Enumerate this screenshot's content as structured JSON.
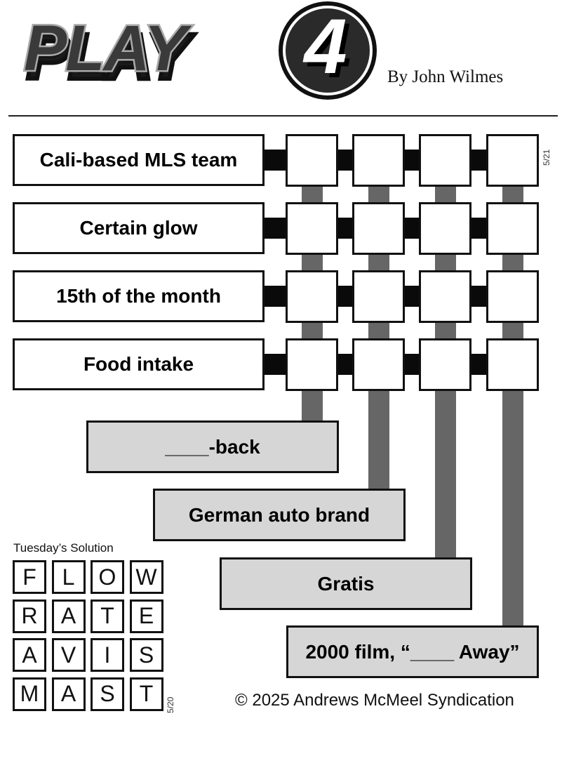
{
  "header": {
    "logo_text": "PLAY",
    "logo_number": "4",
    "byline": "By John Wilmes"
  },
  "puzzle": {
    "date": "5/21",
    "across_clues": [
      "Cali-based MLS team",
      "Certain glow",
      "15th of the month",
      "Food intake"
    ],
    "down_clues": [
      "____-back",
      "German auto brand",
      "Gratis",
      "2000 film, “____ Away”"
    ],
    "grid": [
      [
        "",
        "",
        "",
        ""
      ],
      [
        "",
        "",
        "",
        ""
      ],
      [
        "",
        "",
        "",
        ""
      ],
      [
        "",
        "",
        "",
        ""
      ]
    ]
  },
  "solution": {
    "title": "Tuesday’s Solution",
    "date": "5/20",
    "rows": [
      [
        "F",
        "L",
        "O",
        "W"
      ],
      [
        "R",
        "A",
        "T",
        "E"
      ],
      [
        "A",
        "V",
        "I",
        "S"
      ],
      [
        "M",
        "A",
        "S",
        "T"
      ]
    ]
  },
  "footer": {
    "copyright": "© 2025 Andrews McMeel Syndication"
  },
  "colors": {
    "stem": "#666666",
    "answer_box": "#d6d6d6",
    "connector": "#0a0a0a"
  }
}
